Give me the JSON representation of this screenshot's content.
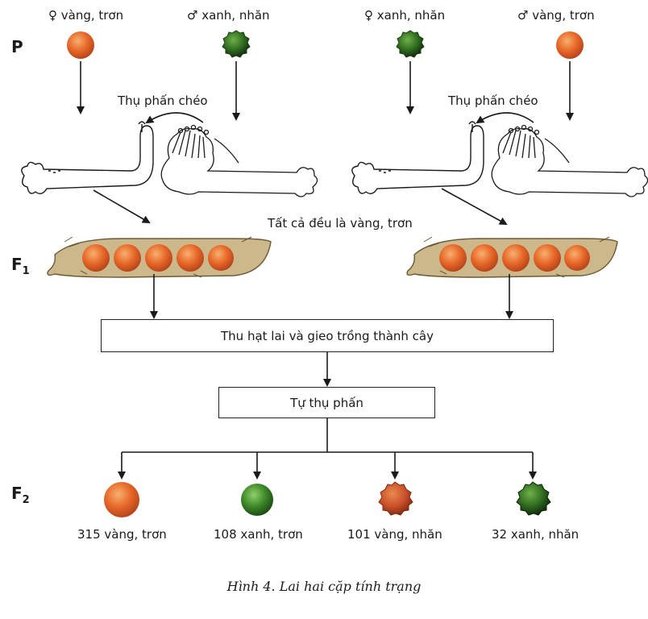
{
  "generations": {
    "p": "P",
    "f1": "F",
    "f1_sub": "1",
    "f2": "F",
    "f2_sub": "2"
  },
  "left_cross": {
    "female_label": "♀ vàng, trơn",
    "male_label": "♂ xanh, nhăn",
    "pollination_label": "Thụ phấn chéo"
  },
  "right_cross": {
    "female_label": "♀ xanh, nhăn",
    "male_label": "♂ vàng, trơn",
    "pollination_label": "Thụ phấn chéo"
  },
  "f1_result": "Tất cả đều là vàng, trơn",
  "steps": {
    "collect": "Thu hạt lai và gieo trồng thành cây",
    "self_pollinate": "Tự thụ phấn"
  },
  "f2_results": [
    {
      "label": "315 vàng, trơn",
      "seed": "yellow-smooth"
    },
    {
      "label": "108 xanh, trơn",
      "seed": "green-smooth"
    },
    {
      "label": "101 vàng, nhăn",
      "seed": "yellow-wrinkled"
    },
    {
      "label": "32 xanh, nhăn",
      "seed": "green-wrinkled"
    }
  ],
  "caption": "Hình 4. Lai hai cặp tính trạng",
  "colors": {
    "yellow_seed": "#e8692a",
    "green_seed": "#3f8a2a",
    "pod": "#c9b48a",
    "line": "#1a1a1a"
  }
}
